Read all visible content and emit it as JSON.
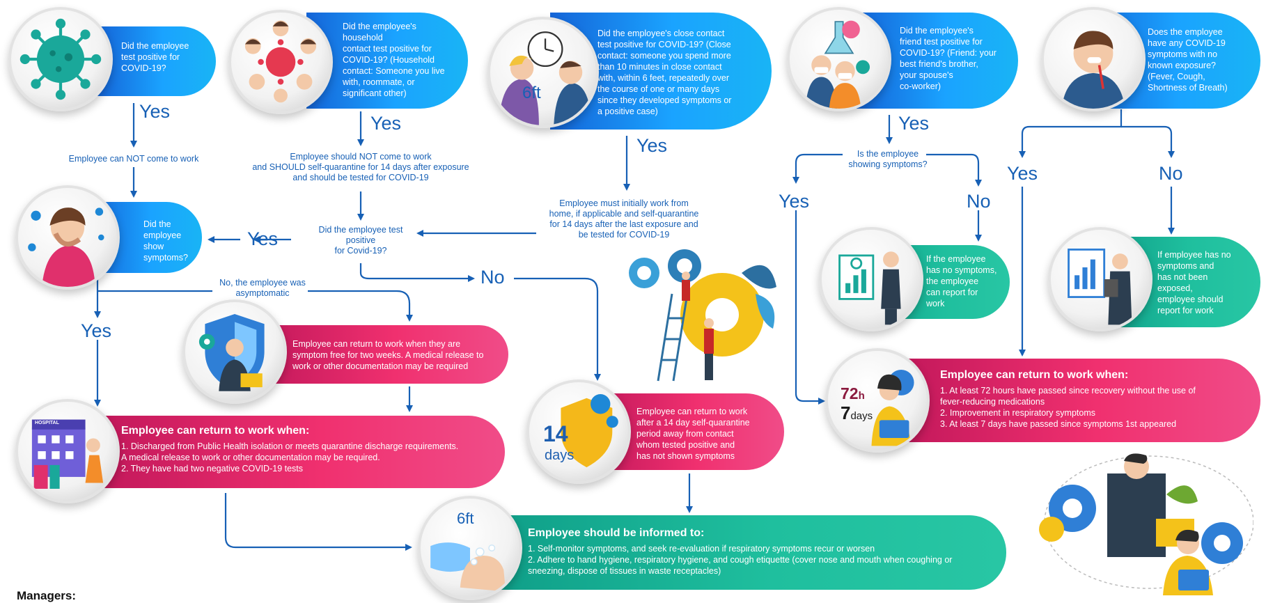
{
  "colors": {
    "blue": "#1a8cf0",
    "pink": "#e8306f",
    "teal": "#1fbf9e",
    "label": "#1760b5",
    "gear": "#f4c21a"
  },
  "q1": {
    "text": "Did the employee\ntest positive for\nCOVID-19?",
    "icon": "virus-icon"
  },
  "q2": {
    "text": "Did the employee's\nhousehold\ncontact test positive for\nCOVID-19? (Household\ncontact: Someone you live\nwith, roommate, or\nsignificant other)",
    "icon": "household-group-icon"
  },
  "q3": {
    "text": "Did the employee's close contact\ntest positive for COVID-19? (Close\ncontact: someone you spend more\nthan 10 minutes in close contact\nwith, within 6 feet,  repeatedly over\nthe course of one or many days\nsince they developed symptoms or\na positive case)",
    "icon_text": "6ft",
    "icon": "distance-people-icon"
  },
  "q4": {
    "text": "Did the employee's\nfriend test positive for\nCOVID-19? (Friend: your\nbest friend's brother,\nyour spouse's\nco-worker)",
    "icon": "lab-masks-icon"
  },
  "q5": {
    "text": "Does the employee\nhave any COVID-19\nsymptoms with no\nknown exposure?\n(Fever, Cough,\nShortness of Breath)",
    "icon": "sick-person-icon"
  },
  "labels": {
    "cannot_work": "Employee can  NOT come to work",
    "self_quarantine": "Employee should NOT come to work\nand SHOULD self-quarantine  for 14 days after exposure\nand should be tested for COVID-19",
    "test_positive_q": "Did the employee test\npositive\nfor Covid-19?",
    "work_home": "Employee must initially work from\nhome, if applicable and self-quarantine\nfor 14 days after the last exposure and\nbe tested for COVID-19",
    "showing_symptoms_q": "Is the employee\nshowing symptoms?",
    "asymptomatic": "No, the employee was\nasymptomatic"
  },
  "yn": {
    "yes": "Yes",
    "no": "No"
  },
  "show_symptoms": {
    "text": "Did the\nemployee show\nsymptoms?",
    "icon": "coughing-person-icon"
  },
  "symptom_free": {
    "text": "Employee can return to work when they are\nsymptom free for two weeks. A medical release to\nwork or other documentation may be required",
    "icon": "shield-businessman-icon"
  },
  "return_hospital": {
    "title": "Employee can return to work when:",
    "body": "1. Discharged from Public Health isolation or meets quarantine discharge requirements.\nA medical release to work or other documentation may be required.\n2. They have had two negative COVID-19 tests",
    "icon": "hospital-icon",
    "sign": "HOSPITAL"
  },
  "fourteen_days": {
    "text": "Employee can return to work\nafter a 14 day self-quarantine\nperiod away from contact\nwhom tested positive and\nhas not shown symptoms",
    "num": "14",
    "unit": "days",
    "icon": "shield-virus-icon"
  },
  "no_symptoms_friend": {
    "text": "If the employee\nhas no symptoms,\nthe employee\ncan report for\nwork",
    "icon": "presenter-icon"
  },
  "no_exposure": {
    "text": "If employee has no\nsymptoms and\nhas not been\nexposed,\nemployee should\nreport for work",
    "icon": "tablet-businessman-icon"
  },
  "return_72": {
    "title": "Employee can return to work when:",
    "body": "1. At least 72 hours have passed since recovery without the use of\nfever-reducing medications\n2. Improvement in respiratory symptoms\n3. At least 7 days have passed since symptoms 1st appeared",
    "num1": "72",
    "unit1": "h",
    "num2": "7",
    "unit2": "days",
    "icon": "woman-laptop-icon"
  },
  "informed": {
    "title": "Employee should be informed to:",
    "body": "1. Self-monitor symptoms, and seek re-evaluation if respiratory symptoms recur or worsen\n2. Adhere to hand hygiene, respiratory hygiene, and cough etiquette (cover nose and mouth when coughing or\nsneezing, dispose of tissues in waste receptacles)",
    "icon_text": "6ft",
    "icon": "hand-washing-mask-icon"
  },
  "footer": {
    "managers": "Managers:"
  }
}
